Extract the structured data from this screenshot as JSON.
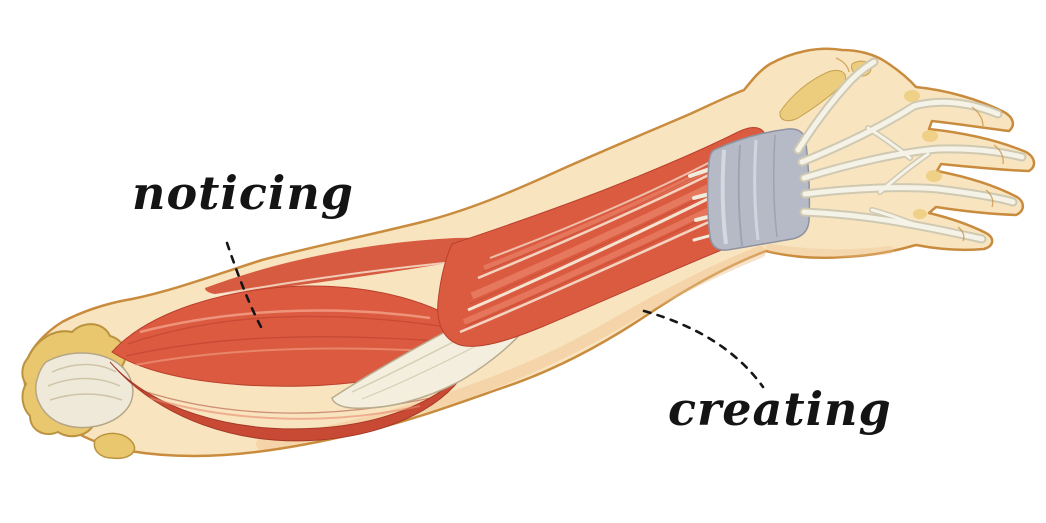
{
  "figure": {
    "type": "anatomical-illustration",
    "subject": "arm-muscles-lateral-view",
    "labels": [
      {
        "id": "noticing",
        "text": "noticing",
        "points_to": "upper-arm-muscle"
      },
      {
        "id": "creating",
        "text": "creating",
        "points_to": "forearm-muscle"
      }
    ],
    "colors": {
      "background": "#ffffff",
      "skin": "#f9e4c0",
      "skin_outline": "#c98c3e",
      "skin_shadow": "#eec08c",
      "muscle_red": "#db5b41",
      "muscle_dark": "#b9402c",
      "muscle_highlight": "#ef8f76",
      "tendon_white": "#f3eede",
      "tendon_outline": "#b9ab8d",
      "bone_yellow": "#e9c76f",
      "band_gray": "#b6bac7",
      "label_text": "#141414"
    }
  }
}
